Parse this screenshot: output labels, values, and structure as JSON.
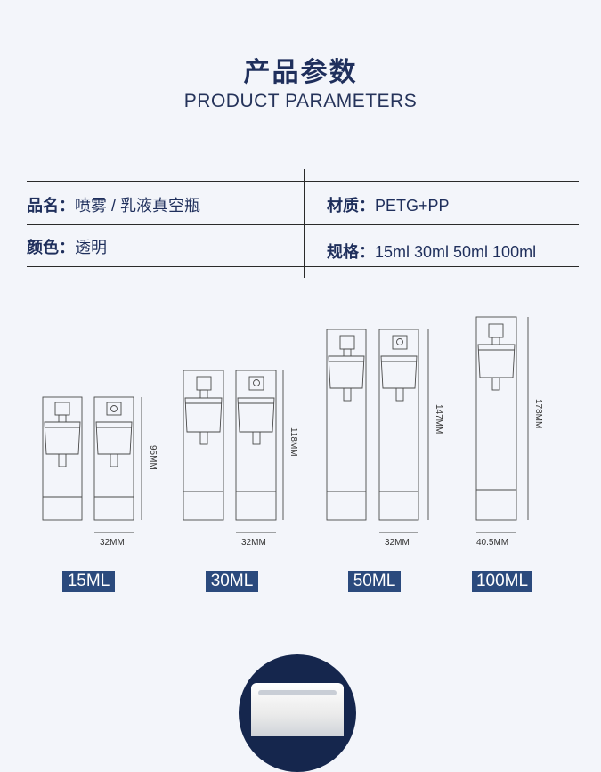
{
  "header": {
    "title_cn": "产品参数",
    "title_en": "PRODUCT PARAMETERS"
  },
  "params": {
    "name_label": "品名：",
    "name_value": "喷雾 / 乳液真空瓶",
    "material_label": "材质：",
    "material_value": "PETG+PP",
    "color_label": "颜色：",
    "color_value": "透明",
    "spec_label": "规格：",
    "spec_value": "15ml 30ml 50ml 100ml"
  },
  "products": [
    {
      "capacity": "15ML",
      "height": "95MM",
      "width": "32MM"
    },
    {
      "capacity": "30ML",
      "height": "118MM",
      "width": "32MM"
    },
    {
      "capacity": "50ML",
      "height": "147MM",
      "width": "32MM"
    },
    {
      "capacity": "100ML",
      "height": "178MM",
      "width": "40.5MM"
    }
  ],
  "colors": {
    "navy": "#1f2f5c",
    "badge": "#2b4a7d",
    "background": "#f3f5fa"
  }
}
